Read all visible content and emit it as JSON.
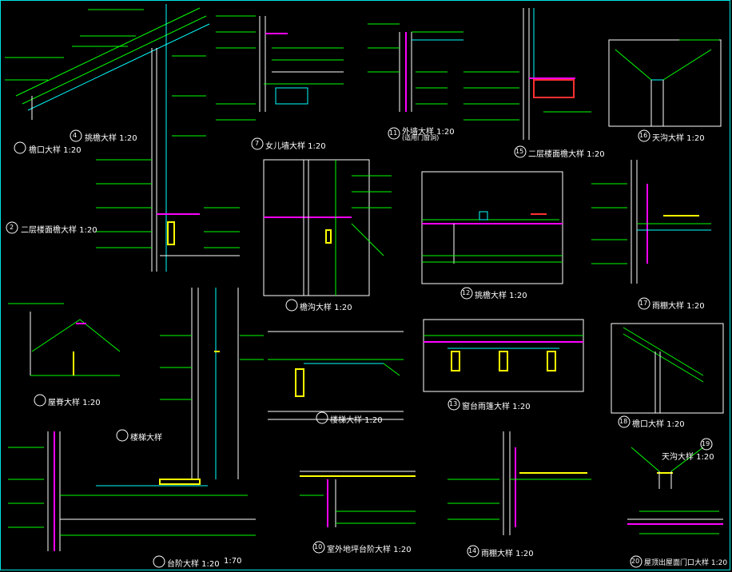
{
  "drawing": {
    "colors": {
      "background": "#000000",
      "frame": "#00e6e6",
      "lines": "#00ff00",
      "labels": "#ffffff",
      "accent": "#ff00ff"
    }
  },
  "details": [
    {
      "num": "4",
      "label": "挑檐大样 1:20"
    },
    {
      "num": "",
      "label": "檐口大样 1:20"
    },
    {
      "num": "2",
      "label": "二层楼面檐大样 1:20"
    },
    {
      "num": "7",
      "label": "女儿墙大样 1:20"
    },
    {
      "num": "11",
      "label": "外墙大样 1:20",
      "sub": "(适用门窗洞)"
    },
    {
      "num": "15",
      "label": "二层楼面檐大样 1:20"
    },
    {
      "num": "16",
      "label": "天沟大样 1:20"
    },
    {
      "num": "",
      "label": "檐沟大样 1:20"
    },
    {
      "num": "12",
      "label": "挑檐大样 1:20"
    },
    {
      "num": "17",
      "label": "雨棚大样 1:20"
    },
    {
      "num": "",
      "label": "屋脊大样 1:20"
    },
    {
      "num": "",
      "label": "楼梯大样"
    },
    {
      "num": "",
      "label": "楼梯大样 1:20"
    },
    {
      "num": "13",
      "label": "窗台雨篷大样 1:20"
    },
    {
      "num": "18",
      "label": "檐口大样 1:20"
    },
    {
      "num": "",
      "label": "台阶大样 1:20",
      "scale2": "1:70"
    },
    {
      "num": "10",
      "label": "室外地坪台阶大样 1:20"
    },
    {
      "num": "14",
      "label": "雨棚大样 1:20"
    },
    {
      "num": "19",
      "label": "天沟大样 1:20"
    },
    {
      "num": "20",
      "label": "屋顶出屋面门口大样 1:20"
    }
  ]
}
